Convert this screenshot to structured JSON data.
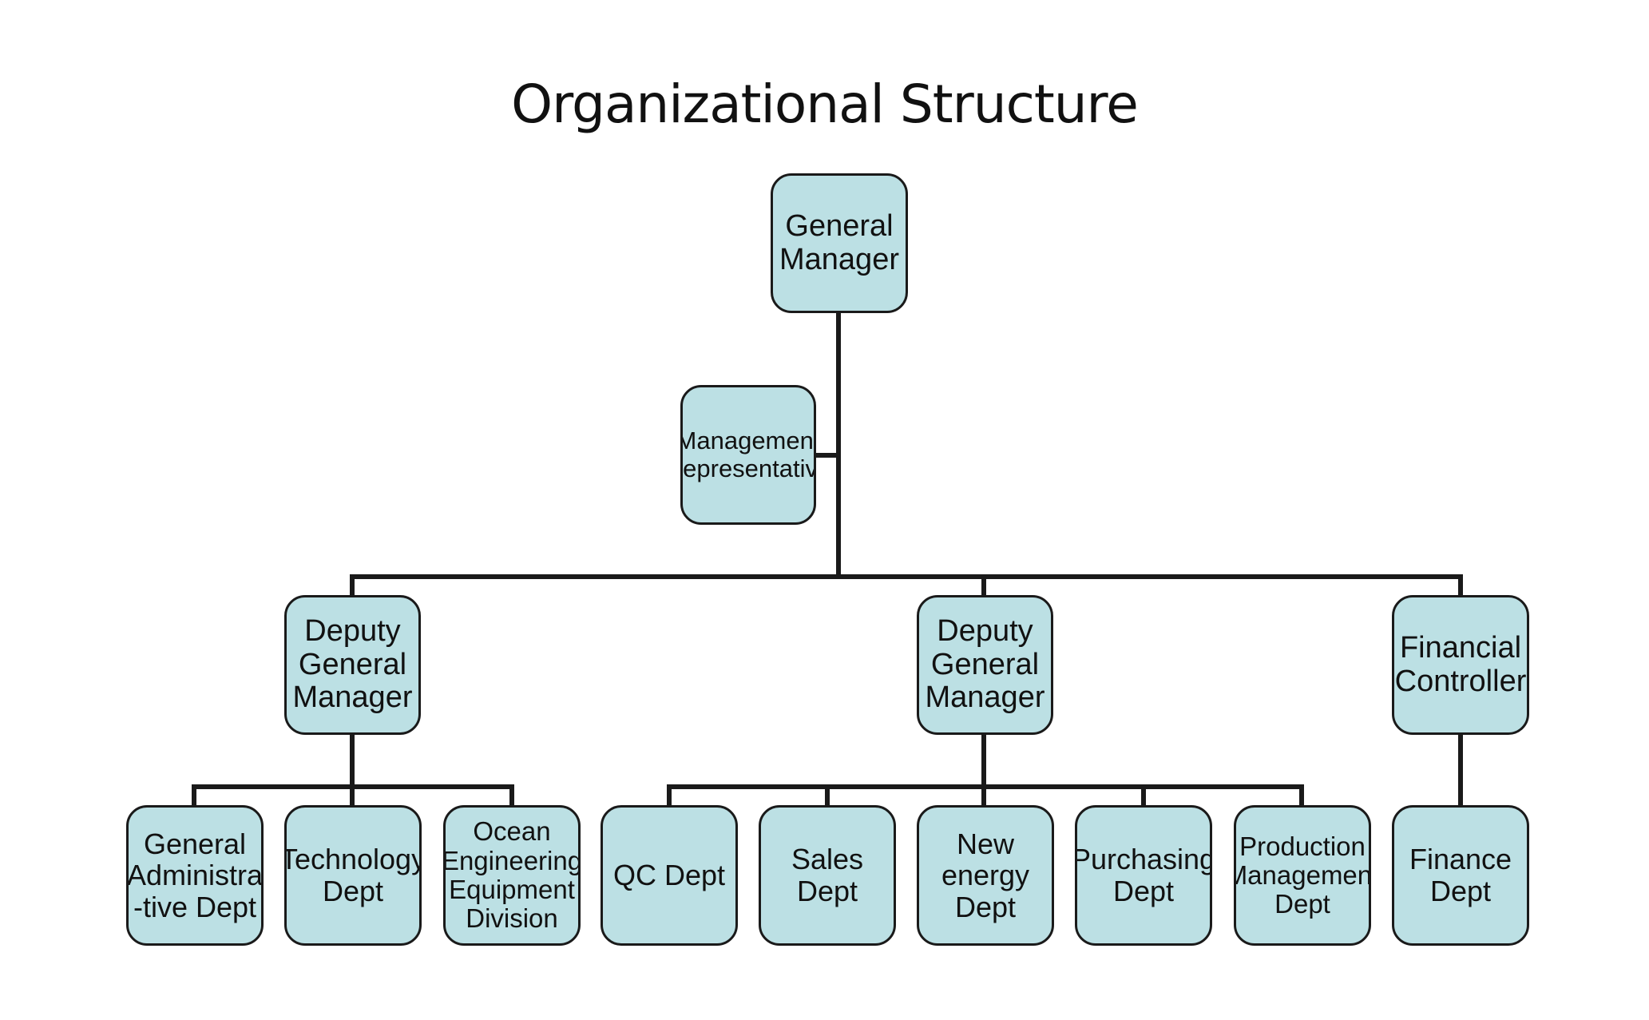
{
  "title": "Organizational Structure",
  "style": {
    "box_fill": "#bce0e4",
    "line_color": "#1a1a1a"
  },
  "nodes": {
    "general_manager": "General\nManager",
    "management_representative": "Management\nRepresentative",
    "deputy_gm_left": "Deputy\nGeneral\nManager",
    "deputy_gm_middle": "Deputy\nGeneral\nManager",
    "financial_controller": "Financial\nController",
    "general_administrative_dept": "General\nAdministra\n-tive Dept",
    "technology_dept": "Technology\nDept",
    "ocean_engineering_equipment_division": "Ocean\nEngineering\nEquipment\nDivision",
    "qc_dept": "QC Dept",
    "sales_dept": "Sales Dept",
    "new_energy_dept": "New energy\nDept",
    "purchasing_dept": "Purchasing\nDept",
    "production_management_dept": "Production\nManagement\nDept",
    "finance_dept": "Finance\nDept"
  }
}
